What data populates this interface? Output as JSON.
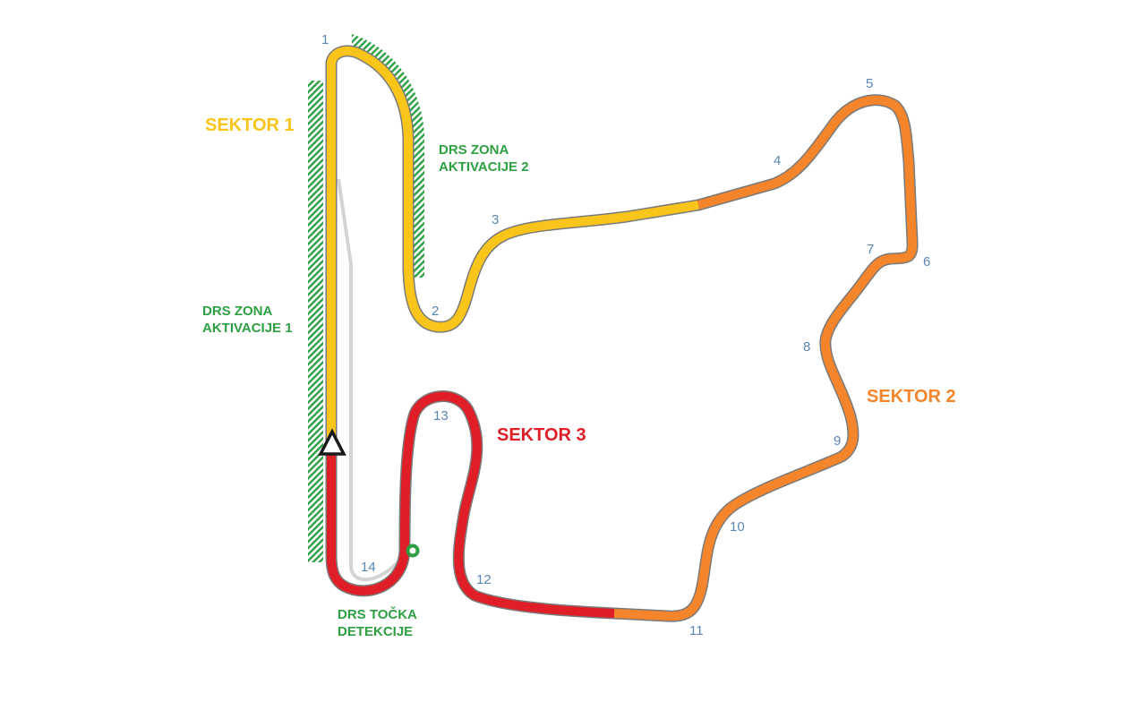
{
  "colors": {
    "sector1": "#f9c51b",
    "sector2": "#f5852b",
    "sector3": "#e01e27",
    "drs": "#2ea043",
    "turn_label": "#5b86b0",
    "pit_lane": "#d4d4d4"
  },
  "sectors": {
    "s1": "SEKTOR 1",
    "s2": "SEKTOR 2",
    "s3": "SEKTOR 3"
  },
  "drs": {
    "zone1_line1": "DRS ZONA",
    "zone1_line2": "AKTIVACIJE 1",
    "zone2_line1": "DRS ZONA",
    "zone2_line2": "AKTIVACIJE 2",
    "detection_line1": "DRS TOČKA",
    "detection_line2": "DETEKCIJE"
  },
  "turns": [
    "1",
    "2",
    "3",
    "4",
    "5",
    "6",
    "7",
    "8",
    "9",
    "10",
    "11",
    "12",
    "13",
    "14"
  ],
  "icons": {
    "start_finish": "start-finish-triangle-icon",
    "detection_point": "drs-detection-point-icon"
  }
}
